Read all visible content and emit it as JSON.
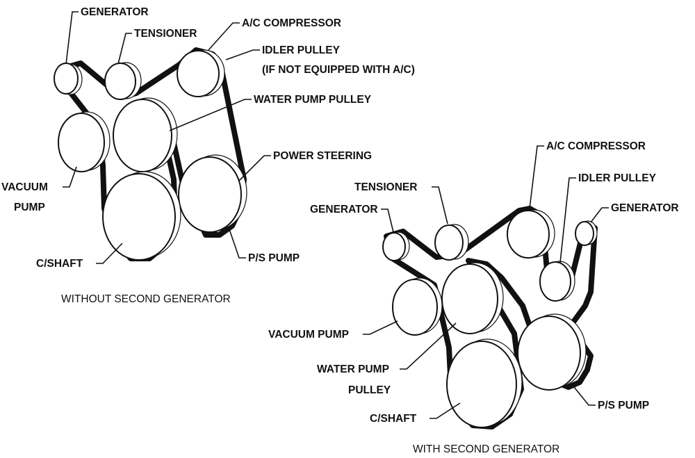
{
  "left": {
    "caption": "WITHOUT SECOND GENERATOR",
    "labels": {
      "generator": "GENERATOR",
      "tensioner": "TENSIONER",
      "ac_compressor": "A/C COMPRESSOR",
      "idler_pulley": "IDLER PULLEY",
      "idler_note": "(IF NOT EQUIPPED WITH A/C)",
      "water_pump_pulley": "WATER PUMP PULLEY",
      "power_steering": "POWER STEERING",
      "vacuum": "VACUUM",
      "pump": "PUMP",
      "c_shaft": "C/SHAFT",
      "ps_pump": "P/S PUMP"
    }
  },
  "right": {
    "caption": "WITH SECOND GENERATOR",
    "labels": {
      "ac_compressor": "A/C COMPRESSOR",
      "tensioner": "TENSIONER",
      "idler_pulley": "IDLER PULLEY",
      "generator_left": "GENERATOR",
      "generator_right": "GENERATOR",
      "vacuum_pump": "VACUUM PUMP",
      "water_pump": "WATER PUMP",
      "pulley": "PULLEY",
      "c_shaft": "C/SHAFT",
      "ps_pump": "P/S PUMP"
    }
  }
}
